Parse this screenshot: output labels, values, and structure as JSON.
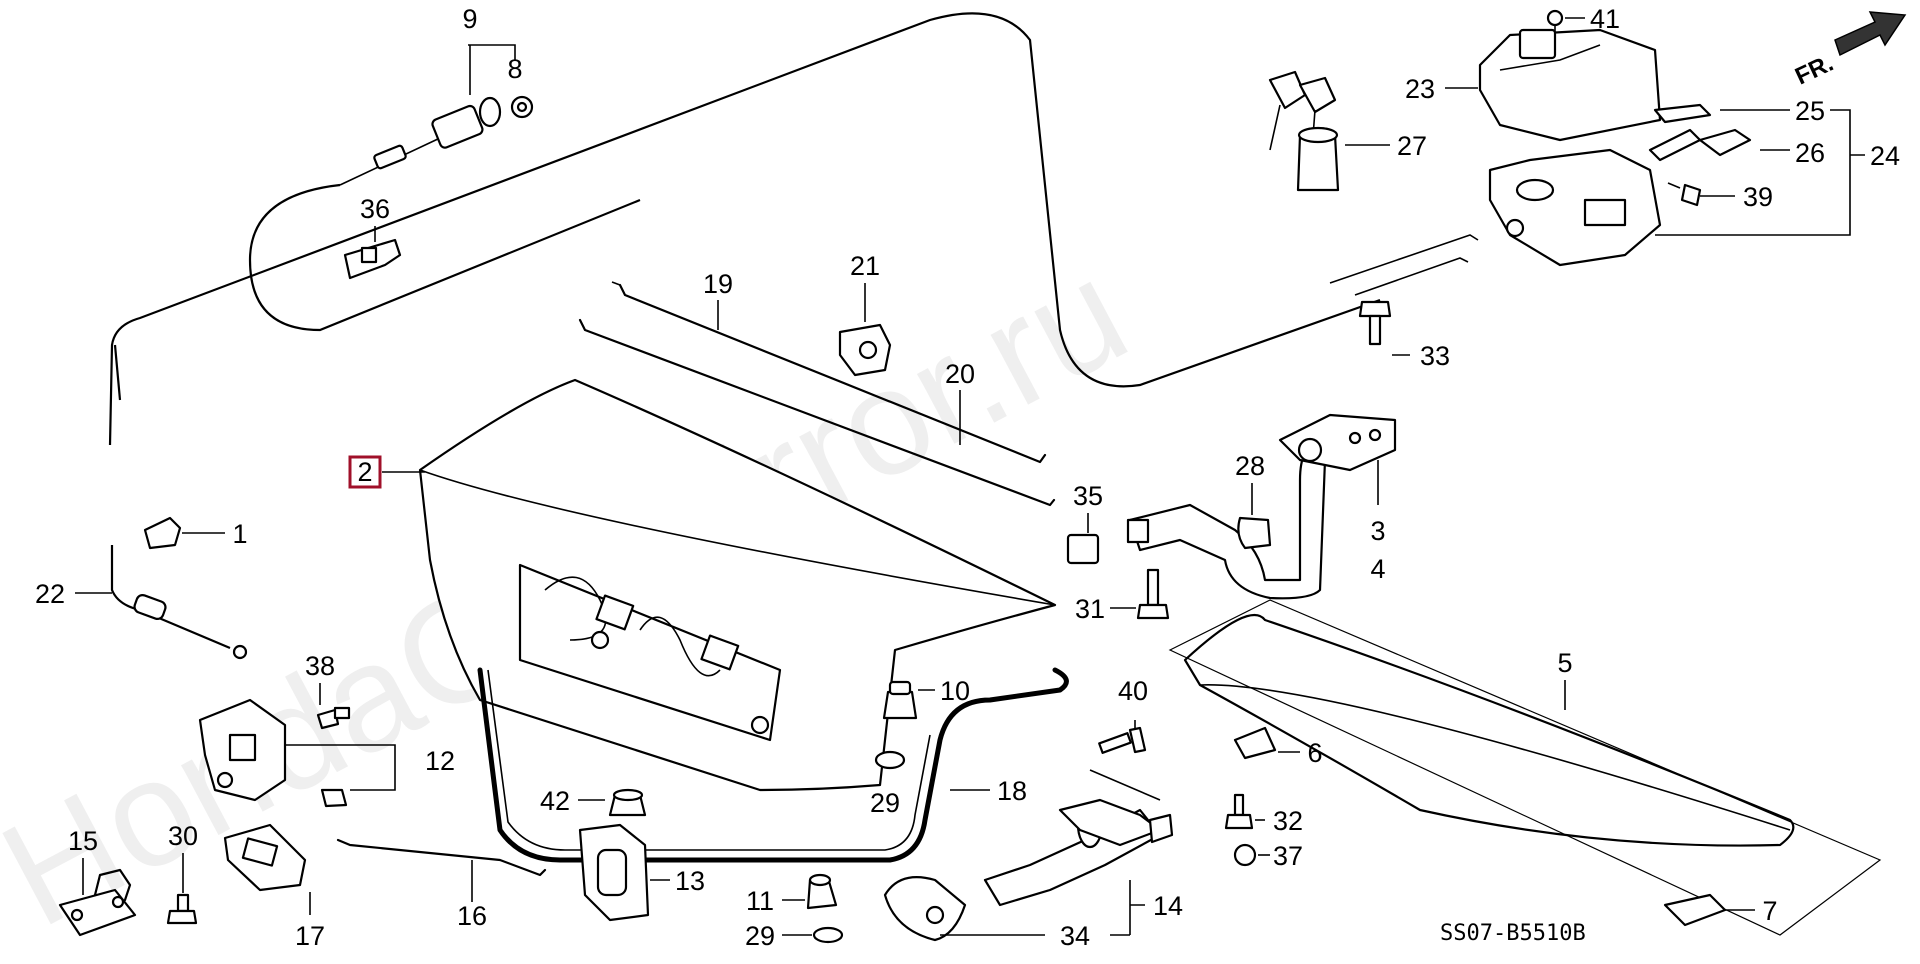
{
  "watermark": "HondaCarMirror.ru",
  "diagram_code": "SS07-B5510B",
  "direction_label": "FR.",
  "highlighted_part": "2",
  "callouts": {
    "p1": "1",
    "p2": "2",
    "p3": "3",
    "p4": "4",
    "p5": "5",
    "p6": "6",
    "p7": "7",
    "p8": "8",
    "p9": "9",
    "p10": "10",
    "p11": "11",
    "p12": "12",
    "p13": "13",
    "p14": "14",
    "p15": "15",
    "p16": "16",
    "p17": "17",
    "p18": "18",
    "p19": "19",
    "p20": "20",
    "p21": "21",
    "p22": "22",
    "p23": "23",
    "p24": "24",
    "p25": "25",
    "p26": "26",
    "p27": "27",
    "p28": "28",
    "p29a": "29",
    "p29b": "29",
    "p30": "30",
    "p31": "31",
    "p32": "32",
    "p33": "33",
    "p34": "34",
    "p35": "35",
    "p36": "36",
    "p37": "37",
    "p38": "38",
    "p39": "39",
    "p40": "40",
    "p41": "41",
    "p42": "42"
  },
  "colors": {
    "highlight": "#a0102a",
    "watermark": "#efefef",
    "line": "#000000"
  }
}
